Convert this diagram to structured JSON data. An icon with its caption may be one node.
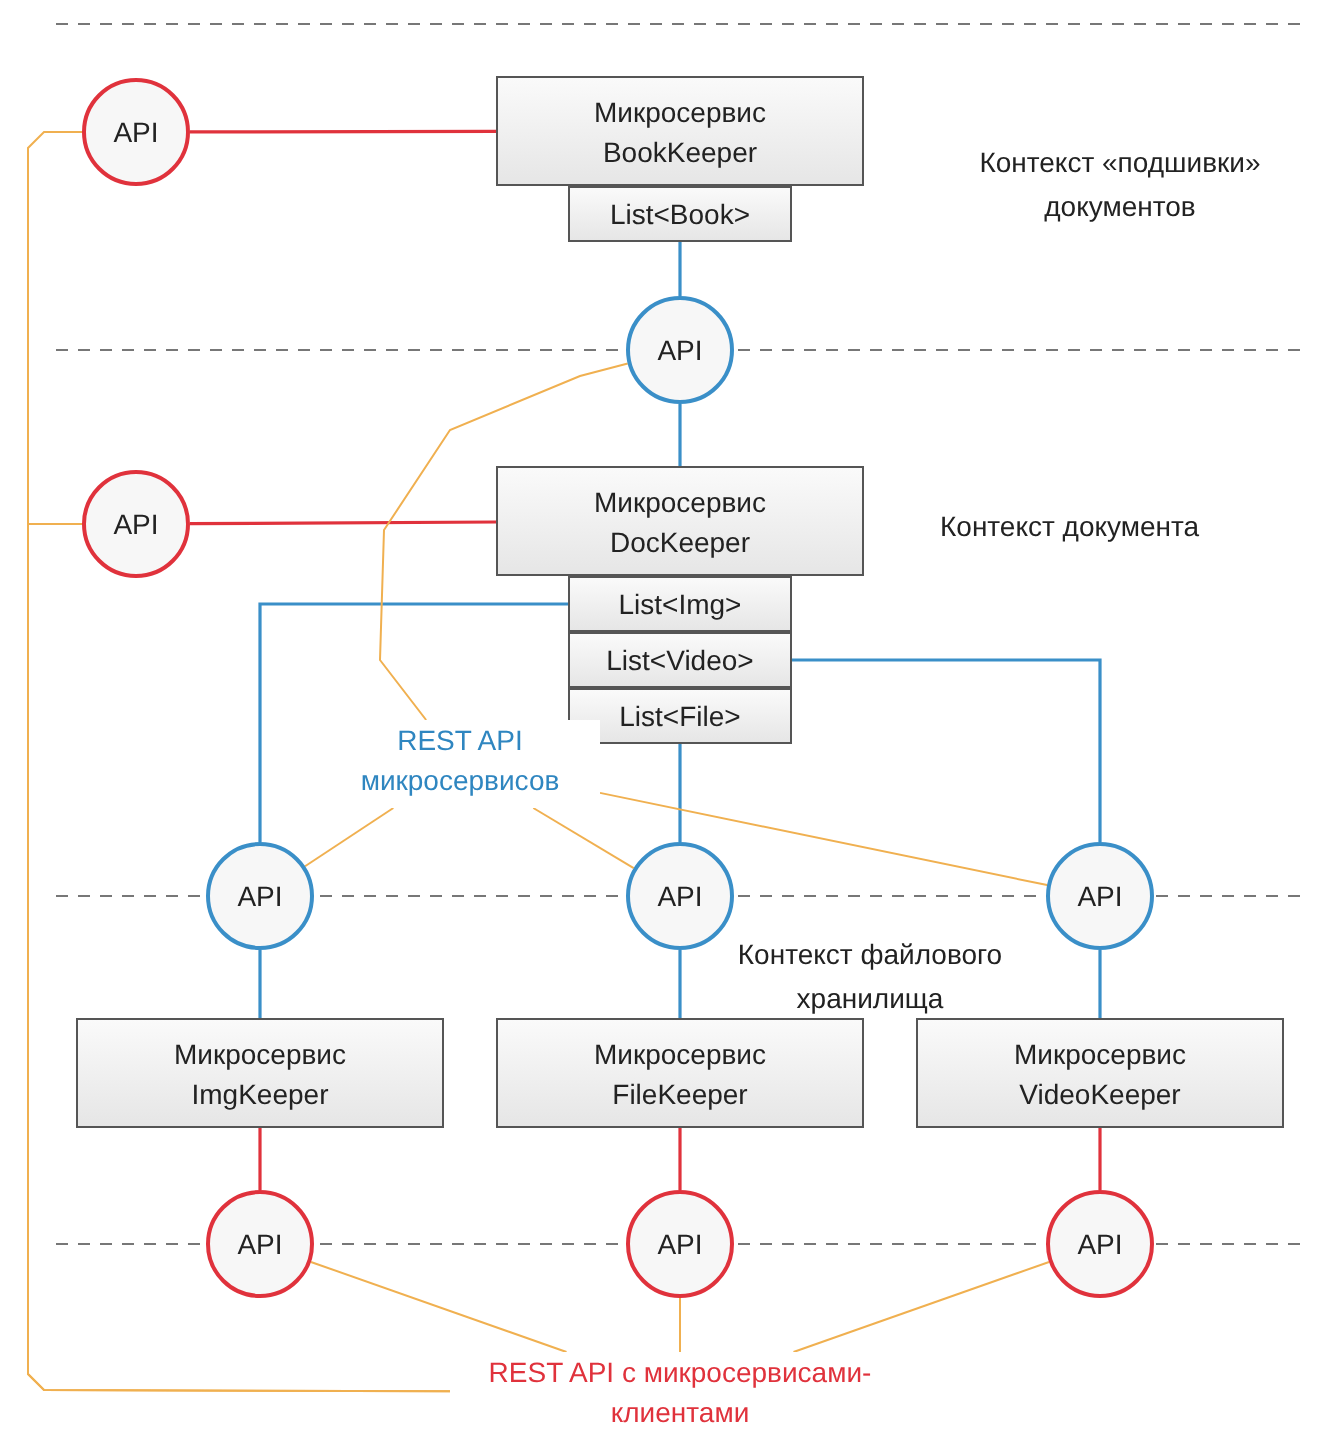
{
  "diagram": {
    "nodes": [
      {
        "text": [
          "API"
        ]
      },
      {
        "text": [
          "Микросервис BookKeeper"
        ]
      },
      {
        "text": [
          "List<Book>"
        ]
      },
      {
        "text": [
          "API"
        ]
      },
      {
        "text": [
          "API"
        ]
      },
      {
        "text": [
          "Микросервис DocKeeper"
        ]
      },
      {
        "text": [
          "List<Img>"
        ]
      },
      {
        "text": [
          "List<Video>"
        ]
      },
      {
        "text": [
          "List<File>"
        ]
      },
      {
        "text": [
          "REST API микросервисов"
        ]
      },
      {
        "text": [
          "API"
        ]
      },
      {
        "text": [
          "API"
        ]
      },
      {
        "text": [
          "API"
        ]
      },
      {
        "text": [
          "Микросервис ImgKeeper"
        ]
      },
      {
        "text": [
          "Микросервис FileKeeper"
        ]
      },
      {
        "text": [
          "Микросервис VideoKeeper"
        ]
      },
      {
        "text": [
          "API"
        ]
      },
      {
        "text": [
          "API"
        ]
      },
      {
        "text": [
          "API"
        ]
      },
      {
        "text": [
          "REST API с микросервисами-клиентами"
        ]
      }
    ],
    "edges": [
      {
        "from": 0,
        "to": 1,
        "arrow": "none",
        "color": "#e0323c"
      },
      {
        "from": 2,
        "to": 3,
        "arrow": "none",
        "color": "#3a8fc8"
      },
      {
        "from": 3,
        "to": 5,
        "arrow": "none",
        "color": "#3a8fc8"
      },
      {
        "from": 4,
        "to": 5,
        "arrow": "none",
        "color": "#e0323c"
      },
      {
        "from": 6,
        "to": 10,
        "arrow": "none",
        "color": "#3a8fc8"
      },
      {
        "from": 7,
        "to": 12,
        "arrow": "none",
        "color": "#3a8fc8"
      },
      {
        "from": 8,
        "to": 11,
        "arrow": "none",
        "color": "#3a8fc8"
      },
      {
        "from": 10,
        "to": 13,
        "arrow": "none",
        "color": "#3a8fc8"
      },
      {
        "from": 11,
        "to": 14,
        "arrow": "none",
        "color": "#3a8fc8"
      },
      {
        "from": 12,
        "to": 15,
        "arrow": "none",
        "color": "#3a8fc8"
      },
      {
        "from": 13,
        "to": 16,
        "arrow": "none",
        "color": "#e0323c"
      },
      {
        "from": 14,
        "to": 17,
        "arrow": "none",
        "color": "#e0323c"
      },
      {
        "from": 15,
        "to": 18,
        "arrow": "none",
        "color": "#e0323c"
      },
      {
        "from": 9,
        "to": 3,
        "arrow": "none",
        "color": "#f0b050"
      },
      {
        "from": 9,
        "to": 10,
        "arrow": "none",
        "color": "#f0b050"
      },
      {
        "from": 9,
        "to": 11,
        "arrow": "none",
        "color": "#f0b050"
      },
      {
        "from": 9,
        "to": 12,
        "arrow": "none",
        "color": "#f0b050"
      },
      {
        "from": 19,
        "to": 16,
        "arrow": "none",
        "color": "#f0b050"
      },
      {
        "from": 19,
        "to": 17,
        "arrow": "none",
        "color": "#f0b050"
      },
      {
        "from": 19,
        "to": 18,
        "arrow": "none",
        "color": "#f0b050"
      },
      {
        "from": 19,
        "to": 0,
        "arrow": "none",
        "color": "#f0b050"
      },
      {
        "from": 19,
        "to": 4,
        "arrow": "none",
        "color": "#f0b050"
      }
    ],
    "labels": [
      "Контекст «подшивки» документов",
      "Контекст документа",
      "Контекст файлового хранилища"
    ]
  }
}
